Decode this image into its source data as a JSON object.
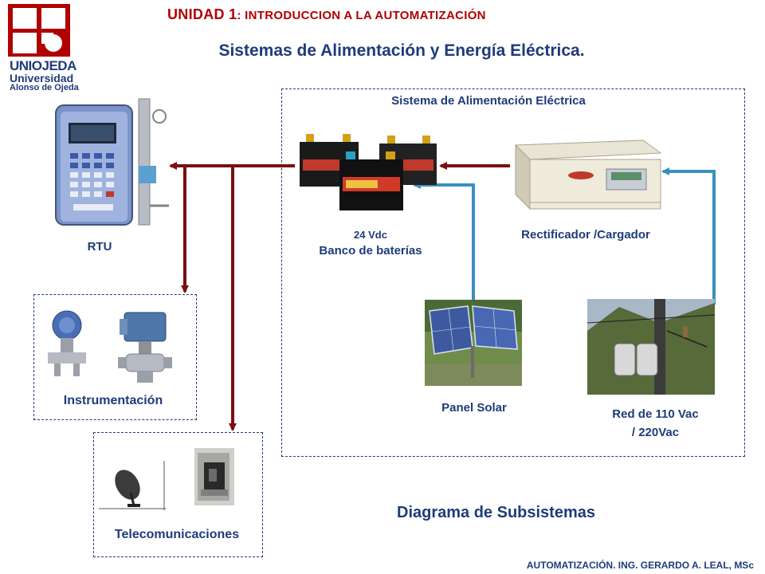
{
  "header": {
    "unidad_prefix": "UNIDAD 1",
    "unidad_rest": ": INTRODUCCION A LA AUTOMATIZACIÓN",
    "subtitle": "Sistemas de Alimentación y Energía Eléctrica."
  },
  "logo": {
    "line1": "UNIOJEDA",
    "line2": "Universidad",
    "line3": "Alonso de Ojeda"
  },
  "labels": {
    "rtu": "RTU",
    "power_system": "Sistema de Alimentación Eléctrica",
    "battery_voltage": "24 Vdc",
    "battery_bank": "Banco de baterías",
    "rectifier": "Rectificador /Cargador",
    "solar_panel": "Panel Solar",
    "grid_line1": "Red de 110 Vac",
    "grid_line2": "/ 220Vac",
    "instrumentation": "Instrumentación",
    "telecom": "Telecomunicaciones",
    "diagram_title": "Diagrama de Subsistemas"
  },
  "footer": "AUTOMATIZACIÓN.  ING. GERARDO  A. LEAL, MSc",
  "colors": {
    "title_red": "#b00000",
    "text_blue": "#1f3b7a",
    "power_arrow": "#7a1010",
    "input_arrow": "#3a8fc0"
  }
}
